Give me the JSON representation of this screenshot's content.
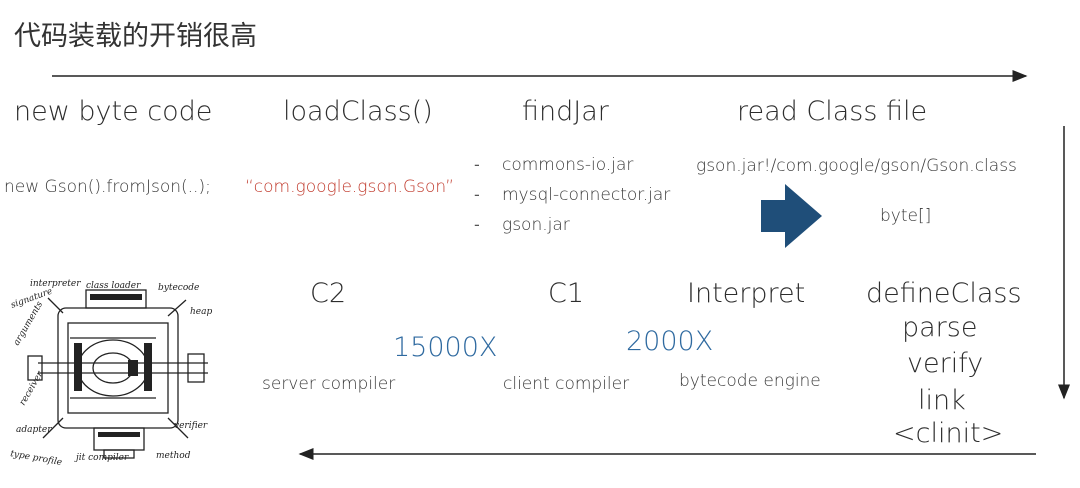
{
  "title": "代码装载的开销很高",
  "row1": {
    "headings": [
      "new byte code",
      "loadClass()",
      "findJar",
      "read Class file"
    ],
    "new_code": "new Gson().fromJson(..);",
    "class_name": "“com.google.gson.Gson”",
    "jar_dash": "-",
    "jars": [
      "commons-io.jar",
      "mysql-connector.jar",
      "gson.jar"
    ],
    "class_path": "gson.jar!/com.google/gson/Gson.class",
    "byte_array": "byte[]"
  },
  "row2": {
    "stages": [
      "C2",
      "C1",
      "Interpret",
      "defineClass"
    ],
    "define_steps": [
      "parse",
      "verify",
      "link",
      "<clinit>"
    ],
    "speedups": [
      "15000X",
      "2000X"
    ],
    "engines": [
      "server compiler",
      "client compiler",
      "bytecode engine"
    ]
  },
  "illustration_labels": [
    "interpreter",
    "class loader",
    "bytecode",
    "signature",
    "heap",
    "arguments",
    "receiver",
    "adapter",
    "type profile",
    "jit compiler",
    "method",
    "verifier"
  ],
  "colors": {
    "accent_blue": "#2f6aa0",
    "arrow_blue": "#1f4e79",
    "string_red": "#c0392b"
  },
  "icons": {
    "flow_arrow": "right-block-arrow-icon"
  }
}
